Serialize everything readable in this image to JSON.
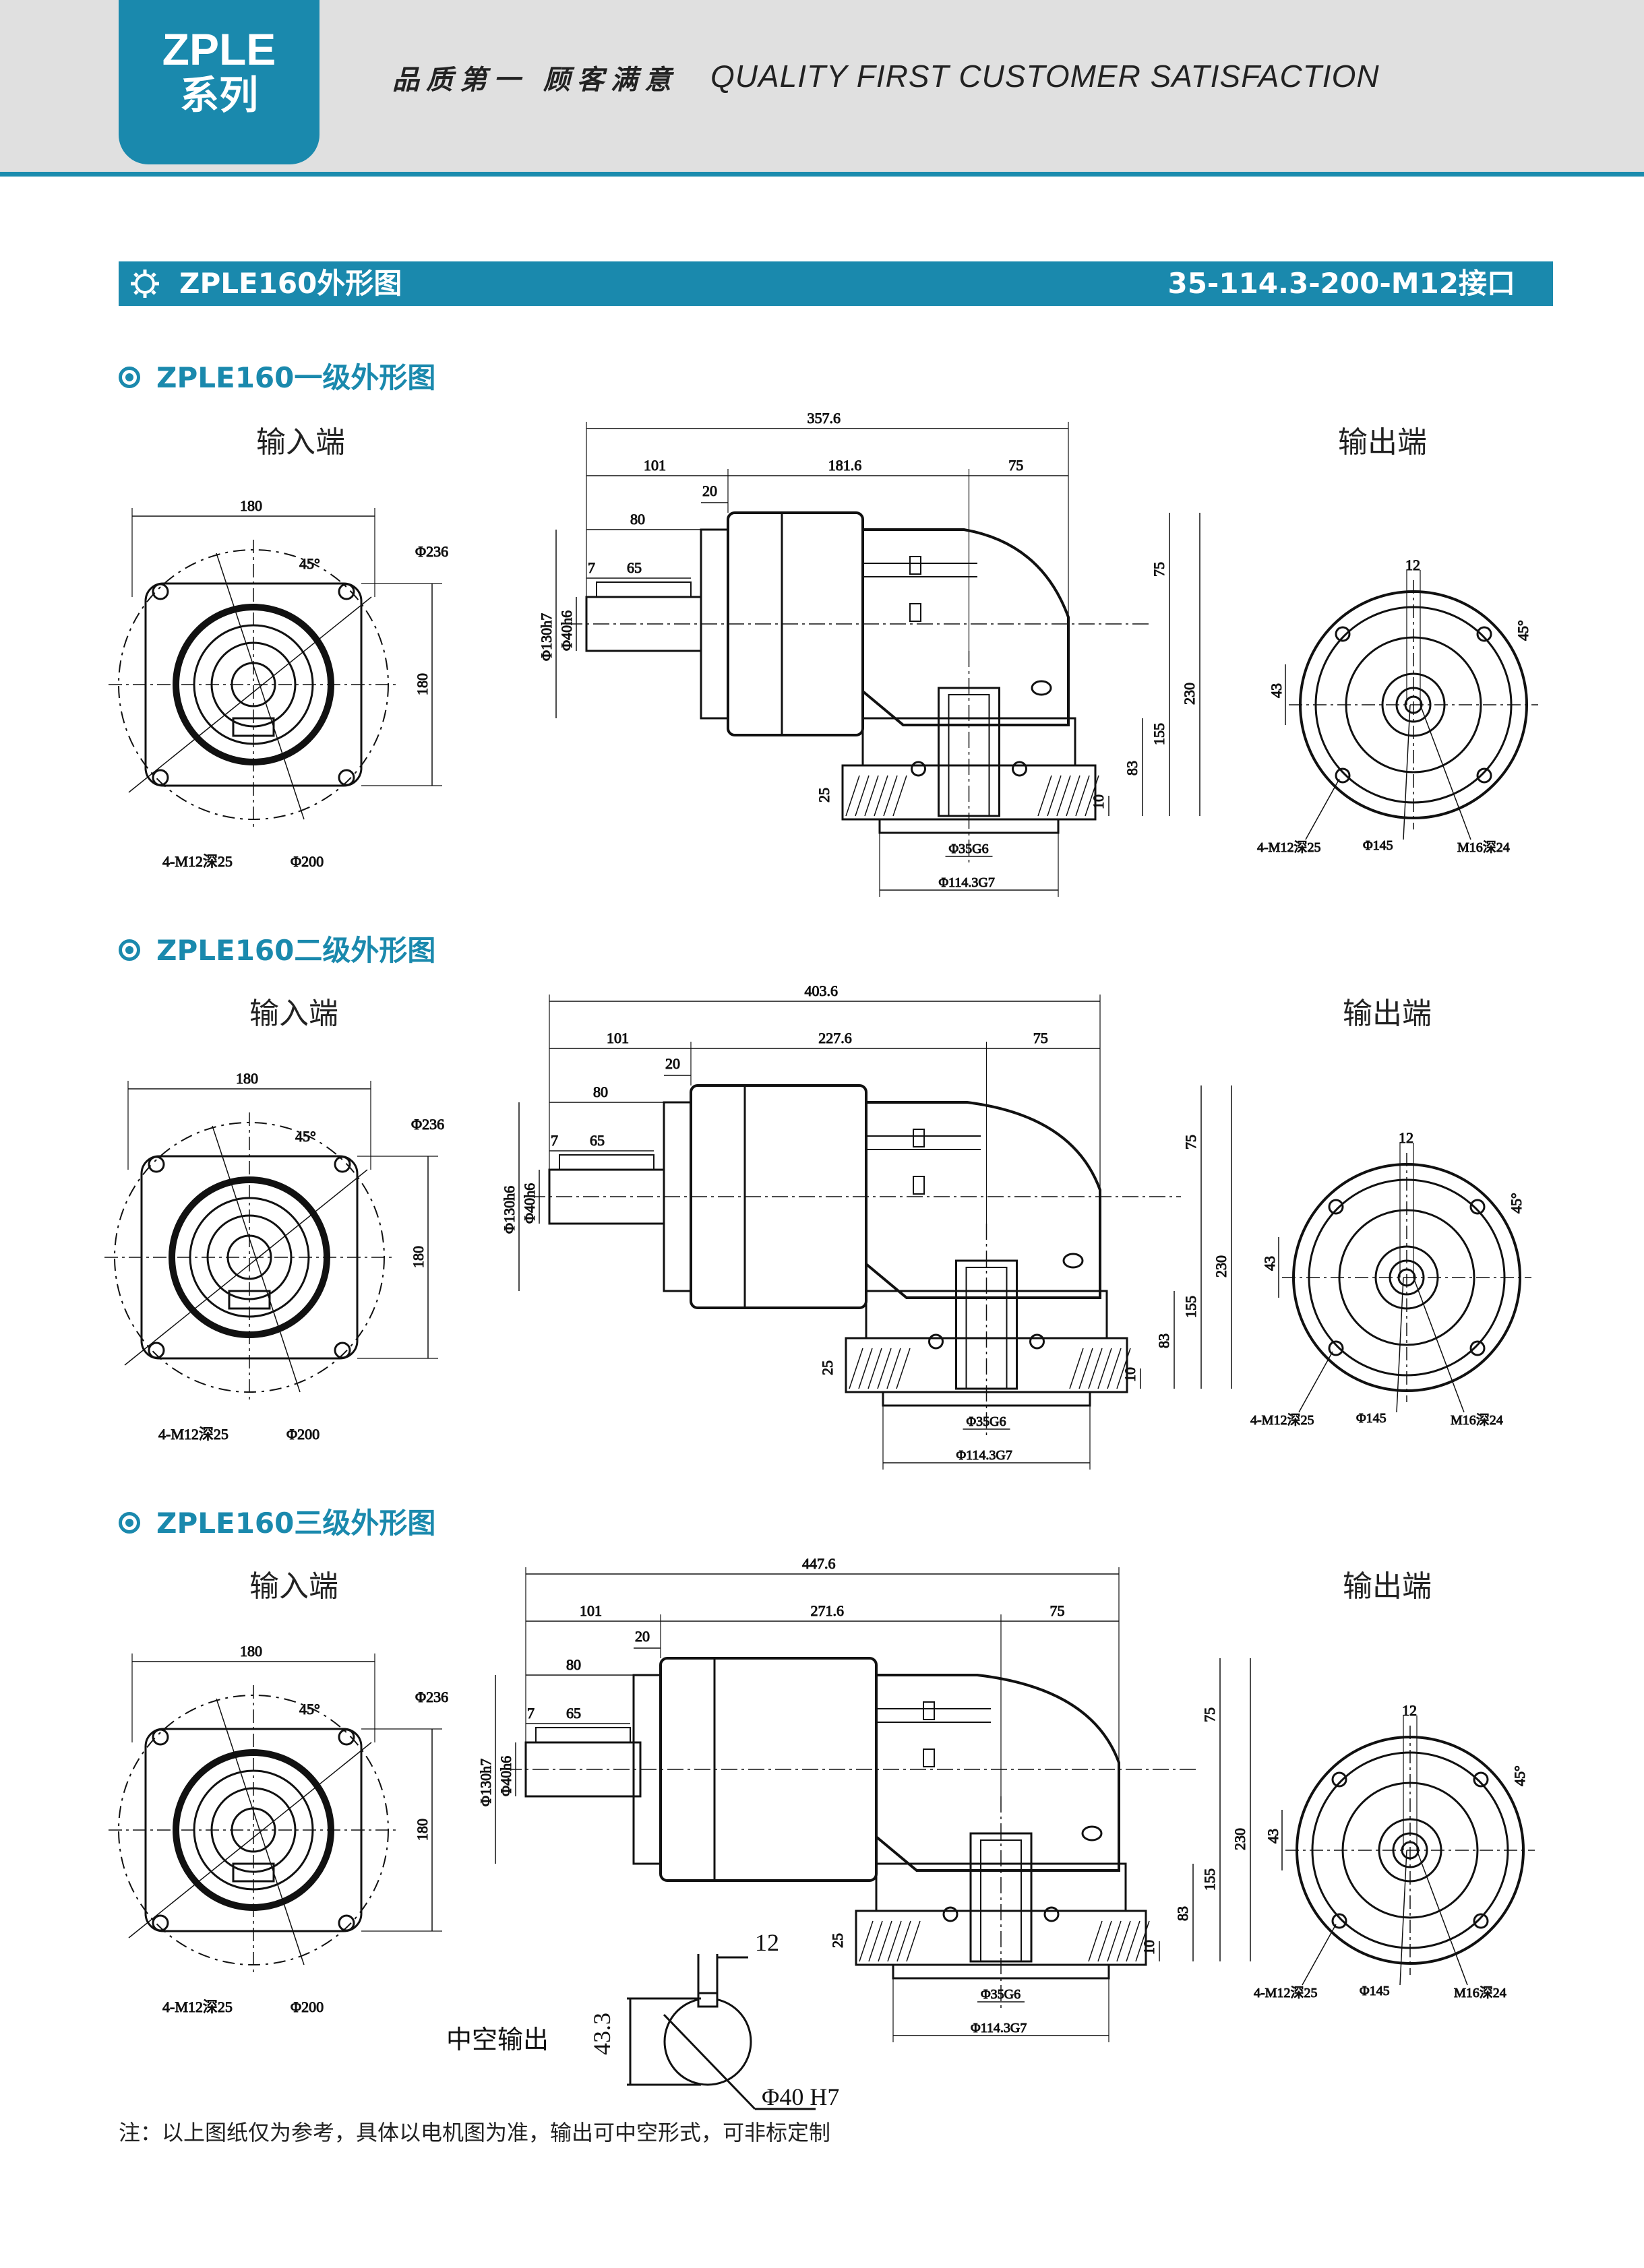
{
  "header": {
    "brand_line1": "ZPLE",
    "brand_line2": "系列",
    "slogan_cn": "品质第一 顾客满意",
    "slogan_en": "QUALITY FIRST  CUSTOMER SATISFACTION"
  },
  "section": {
    "title": "ZPLE160外形图",
    "spec": "35-114.3-200-M12接口"
  },
  "views": [
    {
      "title": "ZPLE160一级外形图",
      "input_label": "输入端",
      "output_label": "输出端",
      "dims": {
        "overall": "357.6",
        "input_len": "101",
        "body_len": "181.6",
        "out_len": "75",
        "shaft_20": "20",
        "shaft_80": "80",
        "key_7": "7",
        "key_65": "65",
        "pilot": "Φ130h7",
        "shaft_d": "Φ40h6",
        "flange_w": "180",
        "flange_h": "180",
        "pcd": "Φ236",
        "bolt_circle": "Φ200",
        "angle": "45°",
        "bolts": "4-M12深25",
        "h75": "75",
        "h230": "230",
        "h155": "155",
        "h83": "83",
        "h10": "10",
        "h25": "25",
        "bore": "Φ35G6",
        "spigot": "Φ114.3G7",
        "out_12": "12",
        "out_43": "43",
        "out_45": "45°",
        "out_bolts": "4-M12深25",
        "out_pcd": "Φ145",
        "out_tap": "M16深24"
      }
    },
    {
      "title": "ZPLE160二级外形图",
      "input_label": "输入端",
      "output_label": "输出端",
      "dims": {
        "overall": "403.6",
        "input_len": "101",
        "body_len": "227.6",
        "out_len": "75",
        "shaft_20": "20",
        "shaft_80": "80",
        "key_7": "7",
        "key_65": "65",
        "pilot": "Φ130h6",
        "shaft_d": "Φ40h6",
        "flange_w": "180",
        "flange_h": "180",
        "pcd": "Φ236",
        "bolt_circle": "Φ200",
        "angle": "45°",
        "bolts": "4-M12深25",
        "h75": "75",
        "h230": "230",
        "h155": "155",
        "h83": "83",
        "h10": "10",
        "h25": "25",
        "bore": "Φ35G6",
        "spigot": "Φ114.3G7",
        "out_12": "12",
        "out_43": "43",
        "out_45": "45°",
        "out_bolts": "4-M12深25",
        "out_pcd": "Φ145",
        "out_tap": "M16深24"
      }
    },
    {
      "title": "ZPLE160三级外形图",
      "input_label": "输入端",
      "output_label": "输出端",
      "dims": {
        "overall": "447.6",
        "input_len": "101",
        "body_len": "271.6",
        "out_len": "75",
        "shaft_20": "20",
        "shaft_80": "80",
        "key_7": "7",
        "key_65": "65",
        "pilot": "Φ130h7",
        "shaft_d": "Φ40h6",
        "flange_w": "180",
        "flange_h": "180",
        "pcd": "Φ236",
        "bolt_circle": "Φ200",
        "angle": "45°",
        "bolts": "4-M12深25",
        "h75": "75",
        "h230": "230",
        "h155": "155",
        "h83": "83",
        "h10": "10",
        "h25": "25",
        "bore": "Φ35G6",
        "spigot": "Φ114.3G7",
        "out_12": "12",
        "out_43": "43",
        "out_45": "45°",
        "out_bolts": "4-M12深25",
        "out_pcd": "Φ145",
        "out_tap": "M16深24"
      }
    }
  ],
  "hollow_output": {
    "label": "中空输出",
    "key_width": "12",
    "height": "43.3",
    "bore": "Φ40  H7"
  },
  "note": "注：以上图纸仅为参考，具体以电机图为准，输出可中空形式，可非标定制"
}
